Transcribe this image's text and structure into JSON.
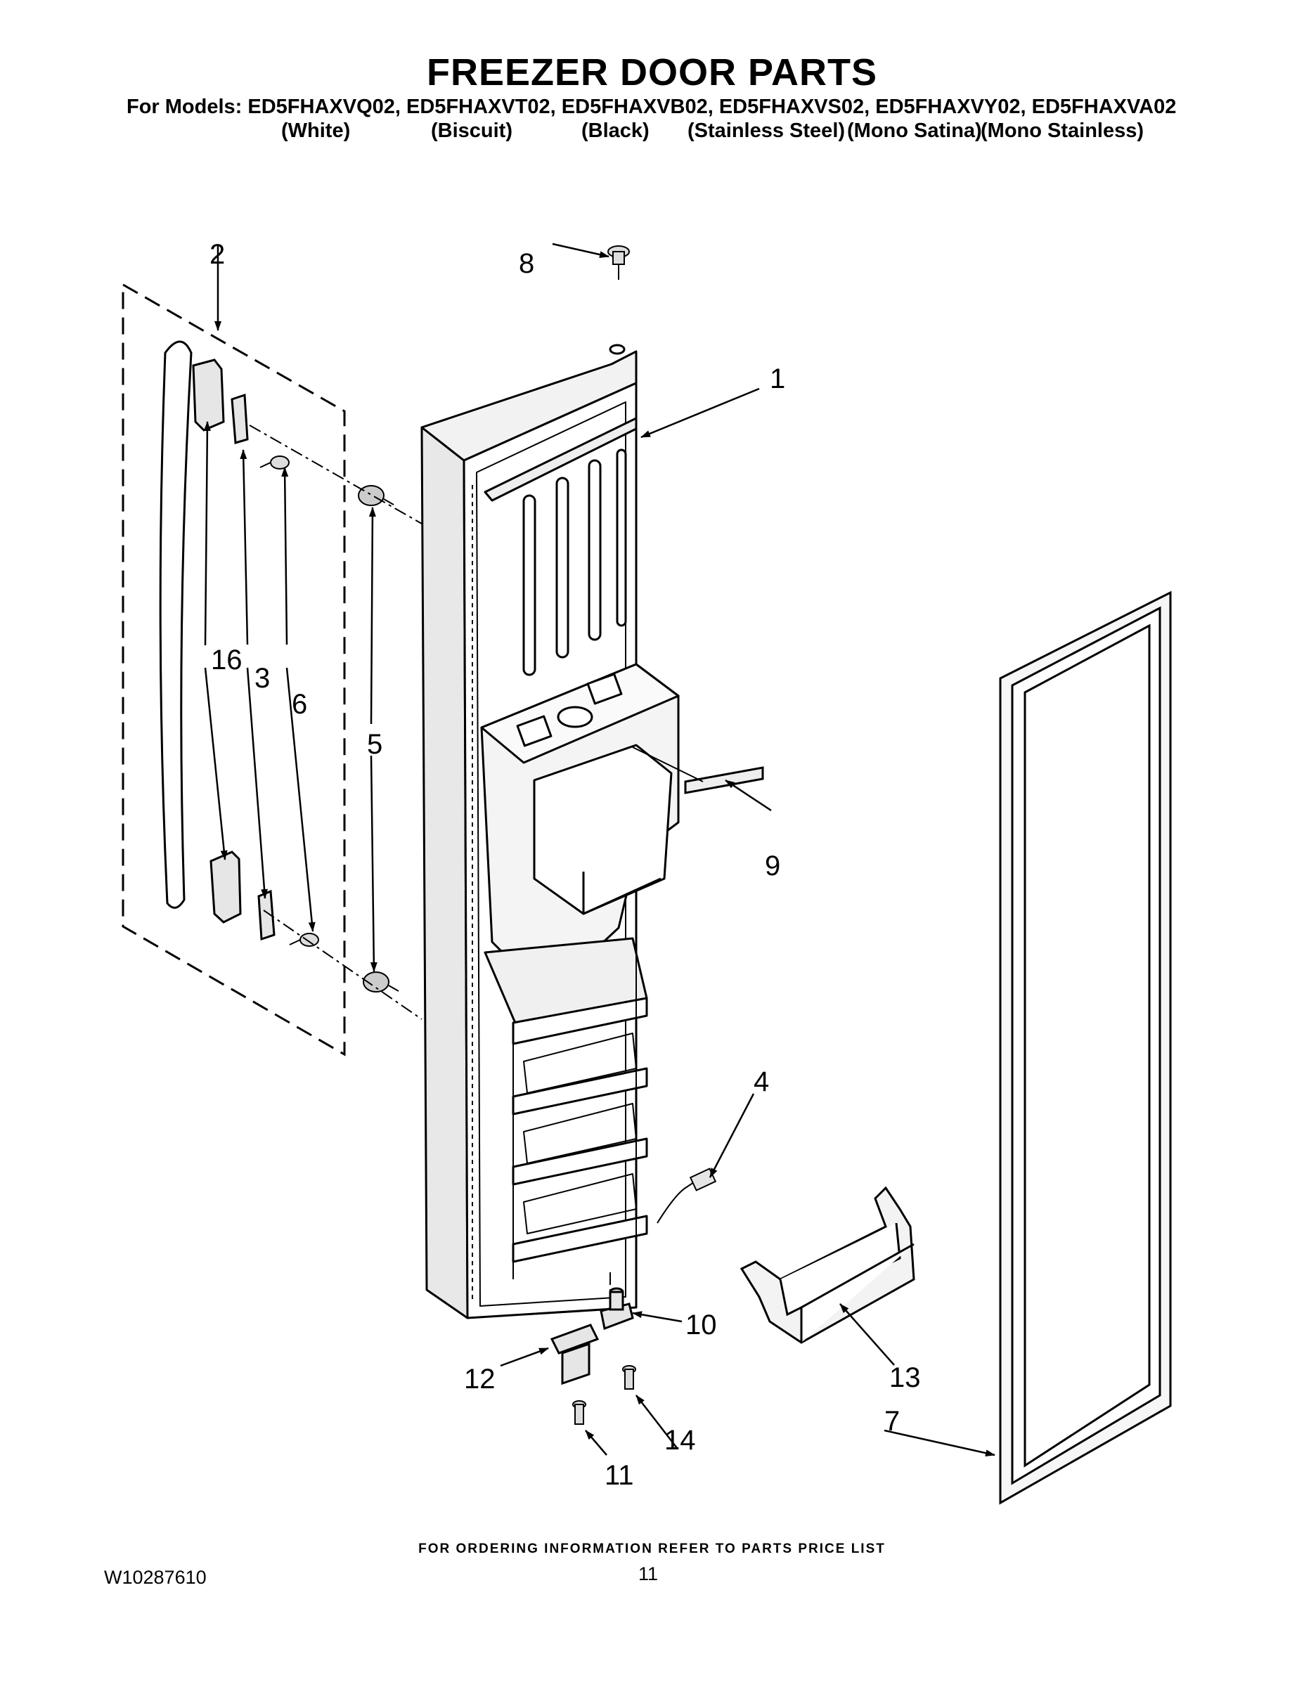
{
  "header": {
    "title": "FREEZER DOOR PARTS",
    "models_line": "For Models: ED5FHAXVQ02, ED5FHAXVT02, ED5FHAXVB02, ED5FHAXVS02, ED5FHAXVY02, ED5FHAXVA02",
    "colors": [
      "(White)",
      "(Biscuit)",
      "(Black)",
      "(Stainless Steel)",
      "(Mono Satina)",
      "(Mono Stainless)"
    ]
  },
  "callouts": {
    "c1": "1",
    "c2": "2",
    "c3": "3",
    "c4": "4",
    "c5": "5",
    "c6": "6",
    "c7": "7",
    "c8": "8",
    "c9": "9",
    "c10": "10",
    "c11": "11",
    "c12": "12",
    "c13": "13",
    "c14": "14",
    "c16": "16"
  },
  "footer": {
    "ordering_note": "FOR ORDERING INFORMATION REFER TO PARTS PRICE LIST",
    "doc_number": "W10287610",
    "page_number": "11"
  }
}
